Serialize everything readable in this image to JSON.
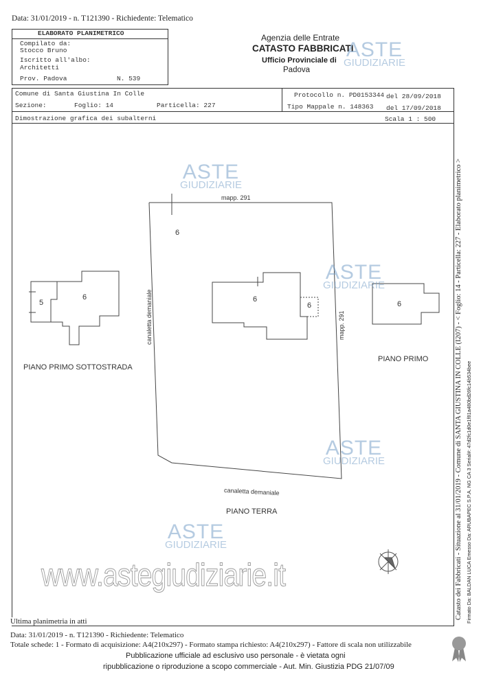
{
  "header_line": "Data: 31/01/2019 - n. T121390 - Richiedente: Telematico",
  "elaborato": {
    "title": "ELABORATO PLANIMETRICO",
    "compilato_label": "Compilato da:",
    "compilato_value": "Stocco Bruno",
    "iscritto_label": "Iscritto all'albo:",
    "iscritto_value": "Architetti",
    "prov": "Prov. Padova",
    "numero": "N. 539"
  },
  "agency": {
    "line1": "Agenzia delle Entrate",
    "line2": "CATASTO FABBRICATI",
    "line3": "Ufficio Provinciale di",
    "line4": "Padova"
  },
  "info": {
    "comune": "Comune di Santa Giustina In Colle",
    "sezione": "Sezione:",
    "foglio": "Foglio: 14",
    "particella": "Particella: 227",
    "protocollo": "Protocollo n. PD0153344",
    "protocollo_date": "del 28/09/2018",
    "tipo_mappale": "Tipo Mappale n. 148363",
    "tipo_mappale_date": "del 17/09/2018",
    "dimostrazione": "Dimostrazione grafica dei subalterni",
    "scala": "Scala 1 : 500"
  },
  "plan": {
    "floor_sottostrada": "PIANO PRIMO SOTTOSTRADA",
    "floor_terra": "PIANO TERRA",
    "floor_primo": "PIANO PRIMO",
    "sub5": "5",
    "sub6": "6",
    "mapp_291": "mapp. 291",
    "canaletta": "canaletta demaniale"
  },
  "watermark": {
    "aste": "ASTE",
    "giudiziarie": "GIUDIZIARIE",
    "site": "www.astegiudiziarie.it"
  },
  "footer": {
    "ultima": "Ultima planimetria in atti",
    "data_line": "Data: 31/01/2019 - n. T121390 - Richiedente: Telematico",
    "totale": "Totale schede: 1 - Formato di acquisizione: A4(210x297)  - Formato stampa richiesto: A4(210x297) - Fattore di scala non utilizzabile",
    "pub1": "Pubblicazione ufficiale ad esclusivo uso personale - è vietata ogni",
    "pub2": "ripubblicazione o riproduzione a scopo commerciale - Aut. Min. Giustizia PDG 21/07/09"
  },
  "side": {
    "catasto": "Catasto dei Fabbricati - Situazione al 31/01/2019 - Comune di SANTA GIUSTINA IN COLLE (I207) - < Foglio: 14 - Particella: 227 - Elaborato planimetrico >",
    "firmato": "Firmato Da: BALDAN LUCA Emesso Da: ARUBAPEC S.P.A. NG CA 3 Serial#: 47d2fc1d0e1f81a480bd26fc14b534bee"
  }
}
